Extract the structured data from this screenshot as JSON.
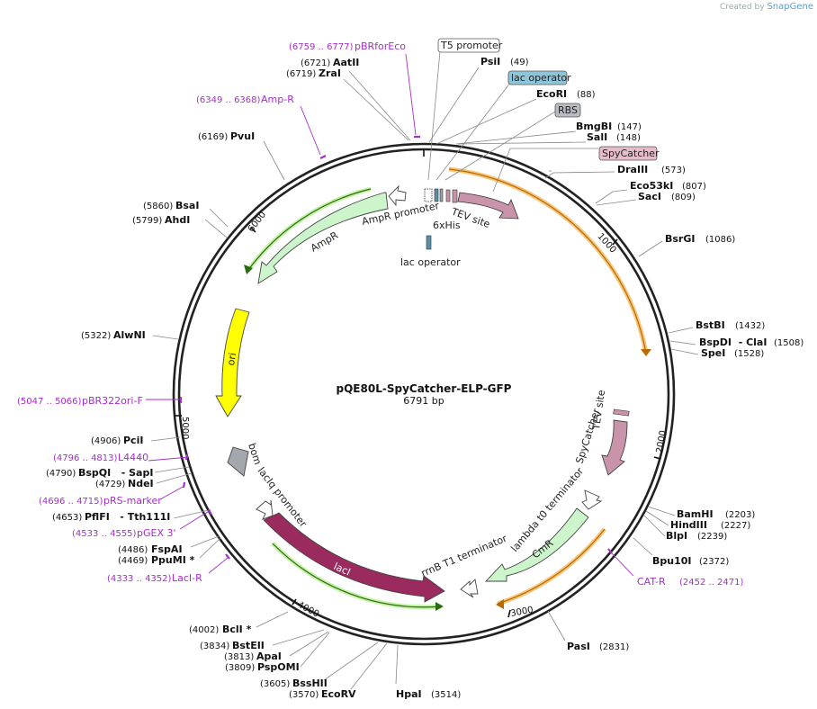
{
  "credit": {
    "prefix": "Created by",
    "brand": "SnapGene"
  },
  "plasmid": {
    "name": "pQE80L-SpyCatcher-ELP-GFP",
    "length": "6791 bp"
  },
  "ticks": [
    "1000",
    "2000",
    "3000",
    "4000",
    "5000",
    "6000"
  ],
  "enzymes": [
    {
      "id": "aatii",
      "name": "AatII",
      "pos": "(6721)"
    },
    {
      "id": "zrai",
      "name": "ZraI",
      "pos": "(6719)"
    },
    {
      "id": "psii",
      "name": "PsiI",
      "pos": "(49)"
    },
    {
      "id": "ecori",
      "name": "EcoRI",
      "pos": "(88)"
    },
    {
      "id": "bmgbi",
      "name": "BmgBI",
      "pos": "(147)"
    },
    {
      "id": "sali",
      "name": "SalI",
      "pos": "(148)"
    },
    {
      "id": "draiii",
      "name": "DraIII",
      "pos": "(573)"
    },
    {
      "id": "eco53ki",
      "name": "Eco53kI",
      "pos": "(807)"
    },
    {
      "id": "saci",
      "name": "SacI",
      "pos": "(809)"
    },
    {
      "id": "bsrgi",
      "name": "BsrGI",
      "pos": "(1086)"
    },
    {
      "id": "bstbi",
      "name": "BstBI",
      "pos": "(1432)"
    },
    {
      "id": "bspdi",
      "name": "BspDI  - ClaI",
      "pos": "(1508)"
    },
    {
      "id": "spei",
      "name": "SpeI",
      "pos": "(1528)"
    },
    {
      "id": "bamhi",
      "name": "BamHI",
      "pos": "(2203)"
    },
    {
      "id": "hindiii",
      "name": "HindIII",
      "pos": "(2227)"
    },
    {
      "id": "blpi",
      "name": "BlpI",
      "pos": "(2239)"
    },
    {
      "id": "bpu10i",
      "name": "Bpu10I",
      "pos": "(2372)"
    },
    {
      "id": "pasi",
      "name": "PasI",
      "pos": "(2831)"
    },
    {
      "id": "hpai",
      "name": "HpaI",
      "pos": "(3514)"
    },
    {
      "id": "ecorv",
      "name": "EcoRV",
      "pos": "(3570)"
    },
    {
      "id": "bsshii",
      "name": "BssHII",
      "pos": "(3605)"
    },
    {
      "id": "psp0mi",
      "name": "PspOMI",
      "pos": "(3809)"
    },
    {
      "id": "apai",
      "name": "ApaI",
      "pos": "(3813)"
    },
    {
      "id": "bsteii",
      "name": "BstEII",
      "pos": "(3834)"
    },
    {
      "id": "bcli",
      "name": "BclI *",
      "pos": "(4002)"
    },
    {
      "id": "ppumi",
      "name": "PpuMI *",
      "pos": "(4469)"
    },
    {
      "id": "fspai",
      "name": "FspAI",
      "pos": "(4486)"
    },
    {
      "id": "pflfi",
      "name": "PflFI   - Tth111I",
      "pos": "(4653)"
    },
    {
      "id": "ndei",
      "name": "NdeI",
      "pos": "(4729)"
    },
    {
      "id": "bspqi",
      "name": "BspQI   - SapI",
      "pos": "(4790)"
    },
    {
      "id": "pcii",
      "name": "PciI",
      "pos": "(4906)"
    },
    {
      "id": "alwni",
      "name": "AlwNI",
      "pos": "(5322)"
    },
    {
      "id": "ahdi",
      "name": "AhdI",
      "pos": "(5799)"
    },
    {
      "id": "bsai",
      "name": "BsaI",
      "pos": "(5860)"
    },
    {
      "id": "pvui",
      "name": "PvuI",
      "pos": "(6169)"
    }
  ],
  "primers": [
    {
      "id": "pbrforeco",
      "name": "pBRforEco",
      "range": "(6759 .. 6777)"
    },
    {
      "id": "amp-r",
      "name": "Amp-R",
      "range": "(6349 .. 6368)"
    },
    {
      "id": "pbr322ori-f",
      "name": "pBR322ori-F",
      "range": "(5047 .. 5066)"
    },
    {
      "id": "l4440",
      "name": "L4440",
      "range": "(4796 .. 4813)"
    },
    {
      "id": "prs-marker",
      "name": "pRS-marker",
      "range": "(4696 .. 4715)"
    },
    {
      "id": "pgex-3",
      "name": "pGEX 3'",
      "range": "(4533 .. 4555)"
    },
    {
      "id": "laci-r",
      "name": "LacI-R",
      "range": "(4333 .. 4352)"
    },
    {
      "id": "cat-r",
      "name": "CAT-R",
      "range": "(2452 .. 2471)"
    }
  ],
  "boxed_labels": [
    {
      "id": "t5-promoter",
      "text": "T5 promoter",
      "color": "#ffffff"
    },
    {
      "id": "lac-operator-box",
      "text": "lac operator",
      "color": "#8fc5d9"
    },
    {
      "id": "rbs",
      "text": "RBS",
      "color": "#b8bcc2"
    },
    {
      "id": "spycatcher-box",
      "text": "SpyCatcher",
      "color": "#e6bccb"
    }
  ],
  "features": [
    {
      "id": "ampr-promoter",
      "text": "AmpR promoter"
    },
    {
      "id": "6xhis",
      "text": "6xHis"
    },
    {
      "id": "tev-site-top",
      "text": "TEV site"
    },
    {
      "id": "lac-operator",
      "text": "lac operator"
    },
    {
      "id": "ampr",
      "text": "AmpR"
    },
    {
      "id": "ori",
      "text": "ori"
    },
    {
      "id": "bom",
      "text": "bom"
    },
    {
      "id": "laciq-promoter",
      "text": "lacIq promoter"
    },
    {
      "id": "laci",
      "text": "lacI"
    },
    {
      "id": "rrnb-t1",
      "text": "rrnB T1 terminator"
    },
    {
      "id": "lambda-t0",
      "text": "lambda t0 terminator"
    },
    {
      "id": "cmr",
      "text": "CmR"
    },
    {
      "id": "spycatcher-arc",
      "text": "SpyCatcher"
    },
    {
      "id": "tev-site-right",
      "text": "TEV site"
    }
  ],
  "colors": {
    "ampr": "#ccf5cc",
    "ori": "#ffff00",
    "laci": "#9b2a5f",
    "cmr": "#ccf5cc",
    "spycatcher": "#c994ab",
    "bom": "#a4a8ae",
    "highlight_orange": "#f6c57a",
    "highlight_green": "#c6f2a6",
    "primer": "#a52ec9",
    "backbone": "#222222"
  }
}
